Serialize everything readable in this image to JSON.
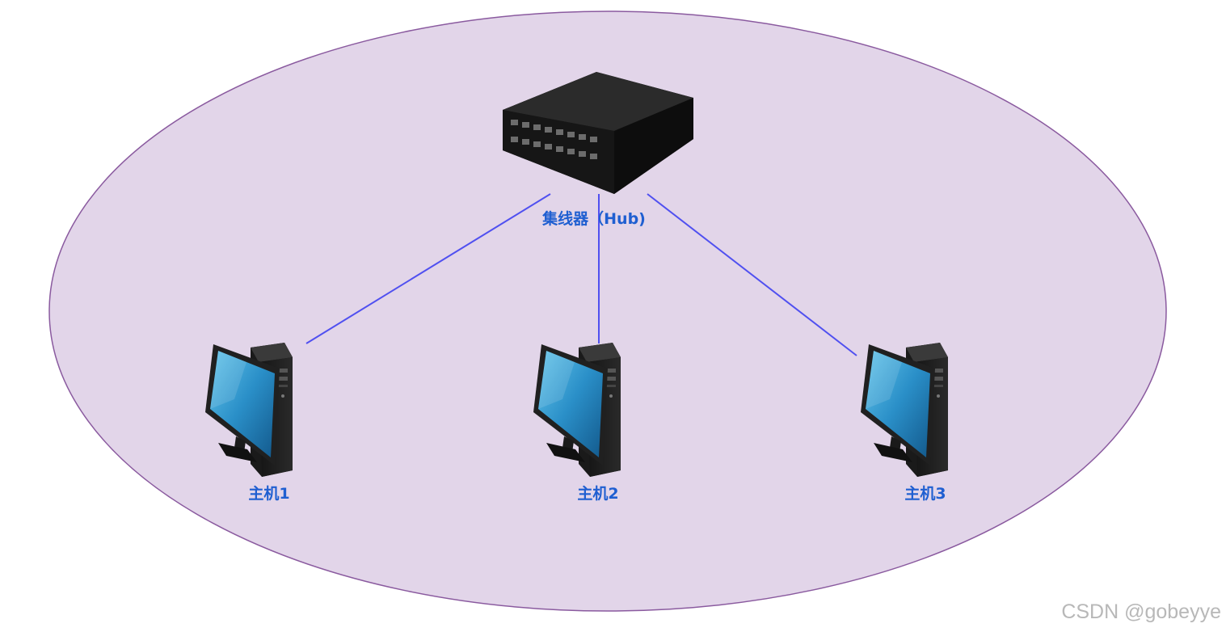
{
  "hub": {
    "label": "集线器（Hub)",
    "icon": "network-hub-icon"
  },
  "hosts": [
    {
      "label": "主机1",
      "icon": "desktop-computer-icon"
    },
    {
      "label": "主机2",
      "icon": "desktop-computer-icon"
    },
    {
      "label": "主机3",
      "icon": "desktop-computer-icon"
    }
  ],
  "colors": {
    "network_area": "#e2d5e9",
    "network_border": "#8a5a9f",
    "link": "#5050f0",
    "label": "#1f5fd1"
  },
  "watermark": "CSDN @gobeyye"
}
